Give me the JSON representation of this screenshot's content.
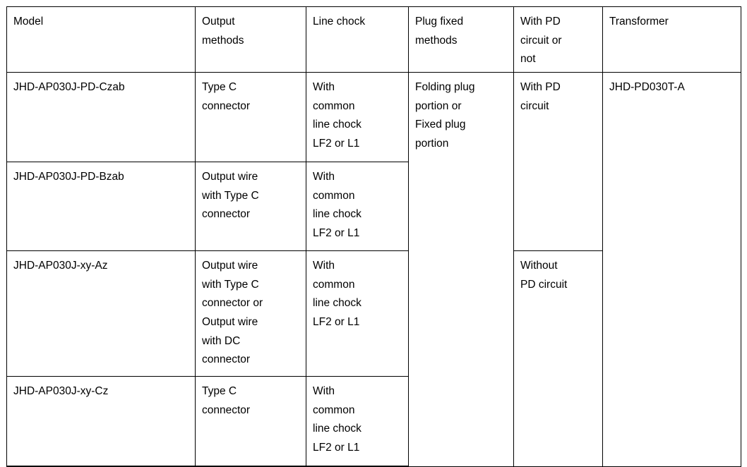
{
  "table": {
    "columns": [
      {
        "key": "model",
        "label": "Model"
      },
      {
        "key": "output",
        "label": "Output\nmethods"
      },
      {
        "key": "chock",
        "label": "Line chock"
      },
      {
        "key": "plug",
        "label": "Plug fixed\nmethods"
      },
      {
        "key": "pd",
        "label": "With PD\ncircuit or\nnot"
      },
      {
        "key": "transformer",
        "label": "Transformer"
      }
    ],
    "rows": [
      {
        "model": "JHD-AP030J-PD-Czab",
        "output": "Type C\nconnector",
        "chock": "With\ncommon\nline chock\nLF2 or L1",
        "plug": "Folding plug\nportion or\nFixed plug\nportion",
        "pd": "With PD\ncircuit",
        "transformer": "JHD-PD030T-A"
      },
      {
        "model": "JHD-AP030J-PD-Bzab",
        "output": "Output wire\nwith Type C\nconnector",
        "chock": "With\ncommon\nline chock\nLF2 or L1",
        "plug": "",
        "pd": "",
        "transformer": ""
      },
      {
        "model": "JHD-AP030J-xy-Az",
        "output": "Output wire\nwith Type C\nconnector or\nOutput wire\nwith DC\nconnector",
        "chock": "With\ncommon\nline chock\nLF2 or L1",
        "plug": "",
        "pd": "Without\nPD circuit",
        "transformer": ""
      },
      {
        "model": "JHD-AP030J-xy-Cz",
        "output": "Type C\nconnector",
        "chock": "With\ncommon\nline chock\nLF2 or L1",
        "plug": "",
        "pd": "",
        "transformer": ""
      }
    ],
    "merged": {
      "plug_rowspan_note": "Plug fixed methods value spans all four data rows",
      "pd_rowspan_with": "With PD circuit spans rows 1-2",
      "pd_rowspan_without": "Without PD circuit spans rows 3-4",
      "transformer_rowspan_note": "Transformer value spans all four data rows"
    },
    "colors": {
      "border": "#000000",
      "text": "#000000",
      "background": "#ffffff"
    }
  }
}
